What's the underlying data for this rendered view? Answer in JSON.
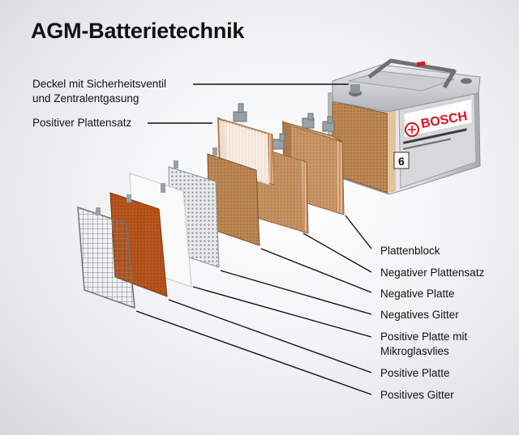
{
  "title": "AGM-Batterietechnik",
  "brand": "BOSCH",
  "battery_badge": "6",
  "labels": {
    "deckel": [
      "Deckel mit Sicherheitsventil",
      "und Zentralentgasung"
    ],
    "positiver_plattensatz": "Positiver Plattensatz",
    "plattenblock": "Plattenblock",
    "negativer_plattensatz": "Negativer Plattensatz",
    "negative_platte": "Negative Platte",
    "negatives_gitter": "Negatives Gitter",
    "positive_platte_mit": [
      "Positive Platte mit",
      "Mikroglasvlies"
    ],
    "positive_platte": "Positive Platte",
    "positives_gitter": "Positives Gitter"
  },
  "colors": {
    "brand_red": "#d7141e",
    "glass_mat": "#c08a55",
    "active_mass_orange": "#b8561c",
    "grid_grey": "#8a8d91"
  }
}
